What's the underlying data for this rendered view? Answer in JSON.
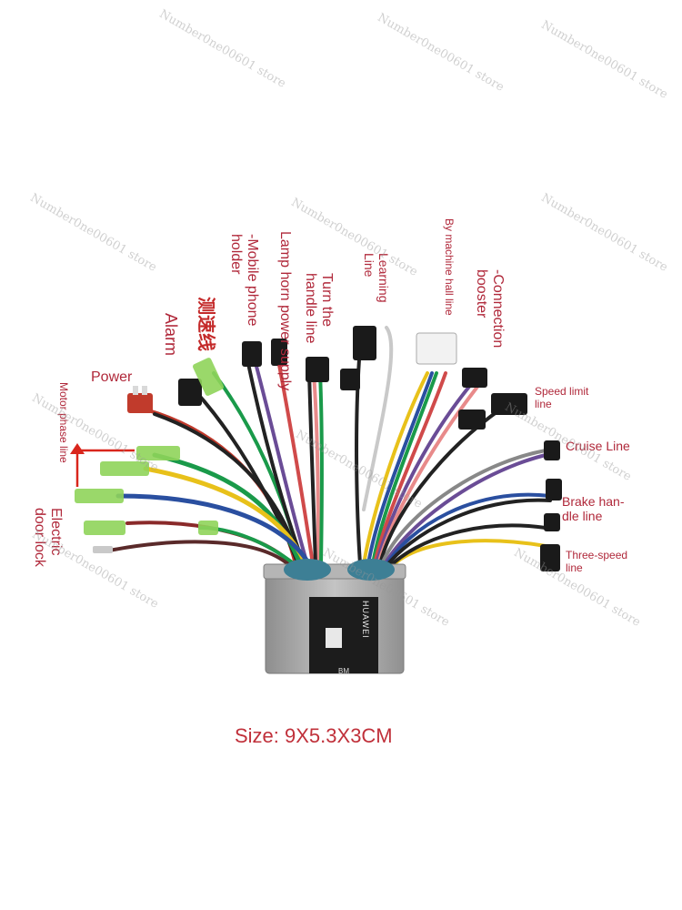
{
  "labels": {
    "mobile_phone_holder": "-Mobile phone holder",
    "lamp_horn_power_supply": "Lamp horn power supply",
    "turn_the_handle_line": "Turn the handle line",
    "learning_line": "Learning Line",
    "by_machine_hall_line": "By machine hall line",
    "connection_booster": "-Connection booster",
    "speed_measurement_cn": "测速线",
    "alarm": "Alarm",
    "power": "Power",
    "motor_phase_line": "Motor phase line",
    "electric_door_lock": "Electric door lock",
    "speed_limit_line": "Speed limit line",
    "cruise_line": "Cruise Line",
    "brake_handle_line": "Brake han-dle line",
    "three_speed_line": "Three-speed line"
  },
  "controller": {
    "logo_text": "HUAWEI",
    "model_text": "BM"
  },
  "caption": "Size: 9X5.3X3CM",
  "watermark": "Number0ne00601 store",
  "colors": {
    "label": "#b0283a",
    "cjk_label": "#c42a2a",
    "housing": "#a9a9a9",
    "grommet": "#3d7f95",
    "connector_black": "#1a1a1a",
    "connector_green": "#8fd45a",
    "power_connector": "#c13b2c",
    "arrow": "#d9261c"
  },
  "wire_colors": [
    "#2a4fa0",
    "#e8c11a",
    "#1a9a4a",
    "#8a2a2a",
    "#6a4c96",
    "#d04a4a",
    "#222222",
    "#c9c9c9",
    "#e88a8a"
  ]
}
